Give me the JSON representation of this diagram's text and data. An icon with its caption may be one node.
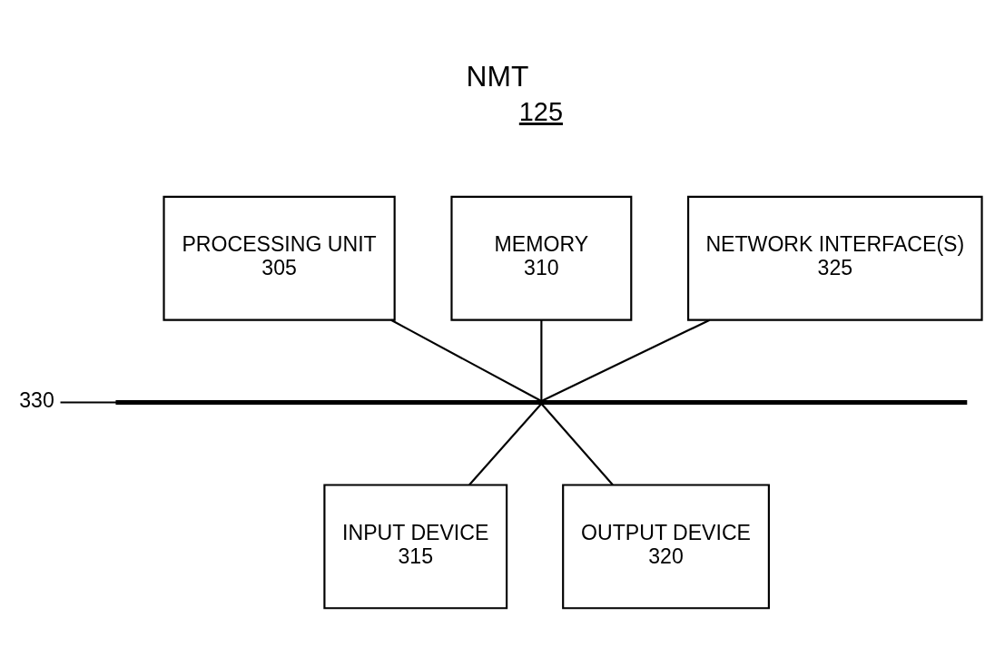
{
  "diagram": {
    "title": "NMT",
    "nodes": [
      {
        "text": [
          "PROCESSING UNIT",
          "305"
        ]
      },
      {
        "text": [
          "MEMORY",
          "310"
        ]
      },
      {
        "text": [
          "NETWORK INTERFACE(S)",
          "325"
        ]
      },
      {
        "text": [
          "INPUT DEVICE",
          "315"
        ]
      },
      {
        "text": [
          "OUTPUT DEVICE",
          "320"
        ]
      },
      {
        "text": [],
        "shape": "bar"
      },
      {
        "text": [
          "330"
        ]
      }
    ],
    "edges": [
      {
        "from": 0,
        "to": 5,
        "arrow": "none"
      },
      {
        "from": 1,
        "to": 5,
        "arrow": "none"
      },
      {
        "from": 2,
        "to": 5,
        "arrow": "none"
      },
      {
        "from": 5,
        "to": 3,
        "arrow": "none"
      },
      {
        "from": 5,
        "to": 4,
        "arrow": "none"
      },
      {
        "from": 6,
        "to": 5,
        "arrow": "none"
      }
    ],
    "labels": [
      "125"
    ]
  }
}
